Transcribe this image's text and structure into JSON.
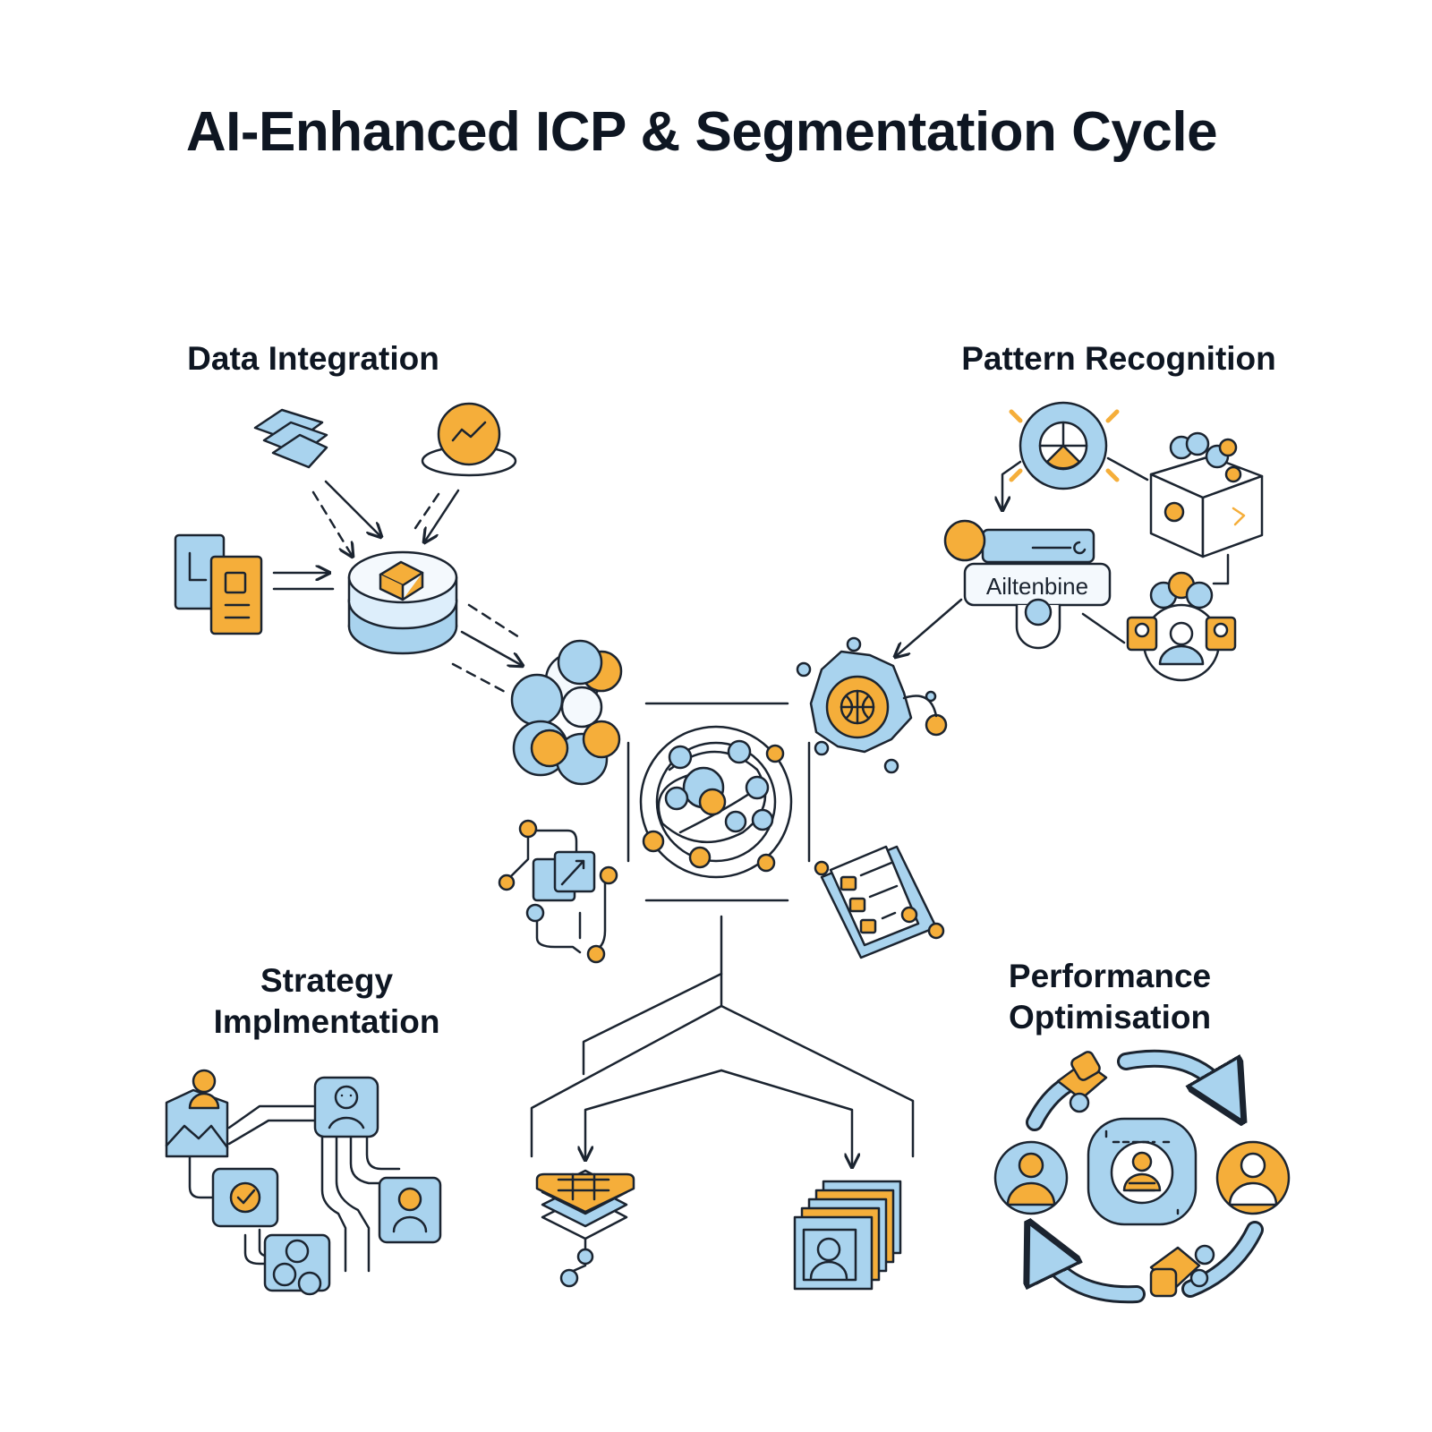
{
  "title": "AI-Enhanced ICP & Segmentation Cycle",
  "stages": {
    "data_integration": {
      "label": "Data Integration"
    },
    "pattern_recognition": {
      "label": "Pattern Recognition",
      "box_text": "Ailtenbine"
    },
    "strategy_implementation": {
      "label_line1": "Strategy",
      "label_line2": "Implmentation"
    },
    "performance_optimisation": {
      "label_line1": "Performance",
      "label_line2": "Optimisation"
    }
  },
  "colors": {
    "ink": "#1b2430",
    "blue": "#a9d3ee",
    "orange": "#f5ae3a",
    "background": "#ffffff"
  },
  "icons": [
    "layered-docs-icon",
    "analytics-coin-icon",
    "documents-icon",
    "database-icon",
    "cluster-icon",
    "segment-box-icon",
    "people-group-icon",
    "ai-hub-icon",
    "network-core-icon",
    "workflow-icon",
    "checklist-icon",
    "layer-stack-icon",
    "profile-cards-icon",
    "user-network-icon",
    "optimisation-loop-icon"
  ]
}
